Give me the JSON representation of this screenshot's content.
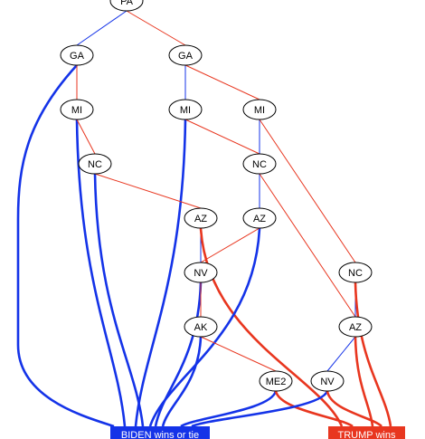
{
  "colors": {
    "biden": "#1433e8",
    "trump": "#e8361f",
    "node_stroke": "#000000"
  },
  "nodes": [
    {
      "id": "pa",
      "label": "PA"
    },
    {
      "id": "ga1",
      "label": "GA"
    },
    {
      "id": "ga2",
      "label": "GA"
    },
    {
      "id": "mi1",
      "label": "MI"
    },
    {
      "id": "mi2",
      "label": "MI"
    },
    {
      "id": "mi3",
      "label": "MI"
    },
    {
      "id": "nc1",
      "label": "NC"
    },
    {
      "id": "nc2",
      "label": "NC"
    },
    {
      "id": "az1",
      "label": "AZ"
    },
    {
      "id": "az2",
      "label": "AZ"
    },
    {
      "id": "nv1",
      "label": "NV"
    },
    {
      "id": "nc3",
      "label": "NC"
    },
    {
      "id": "ak",
      "label": "AK"
    },
    {
      "id": "az3",
      "label": "AZ"
    },
    {
      "id": "me2",
      "label": "ME2"
    },
    {
      "id": "nv2",
      "label": "NV"
    }
  ],
  "outcomes": [
    {
      "id": "biden",
      "label": "BIDEN wins or tie"
    },
    {
      "id": "trump",
      "label": "TRUMP wins"
    }
  ],
  "edges": [
    {
      "from": "pa",
      "to": "ga1",
      "winner": "biden"
    },
    {
      "from": "pa",
      "to": "ga2",
      "winner": "trump"
    },
    {
      "from": "ga1",
      "to": "biden",
      "winner": "biden",
      "thick": true
    },
    {
      "from": "ga1",
      "to": "mi1",
      "winner": "trump"
    },
    {
      "from": "ga2",
      "to": "mi2",
      "winner": "biden"
    },
    {
      "from": "ga2",
      "to": "mi3",
      "winner": "trump"
    },
    {
      "from": "mi1",
      "to": "biden",
      "winner": "biden",
      "thick": true
    },
    {
      "from": "mi1",
      "to": "nc1",
      "winner": "trump"
    },
    {
      "from": "mi2",
      "to": "biden",
      "winner": "biden",
      "thick": true
    },
    {
      "from": "mi2",
      "to": "nc2",
      "winner": "trump"
    },
    {
      "from": "mi3",
      "to": "nc2",
      "winner": "biden"
    },
    {
      "from": "mi3",
      "to": "nc3",
      "winner": "trump"
    },
    {
      "from": "nc1",
      "to": "biden",
      "winner": "biden",
      "thick": true
    },
    {
      "from": "nc1",
      "to": "az1",
      "winner": "trump"
    },
    {
      "from": "nc2",
      "to": "az2",
      "winner": "biden"
    },
    {
      "from": "nc2",
      "to": "az3",
      "winner": "trump"
    },
    {
      "from": "az1",
      "to": "nv1",
      "winner": "biden"
    },
    {
      "from": "az1",
      "to": "trump",
      "winner": "trump",
      "thick": true
    },
    {
      "from": "az2",
      "to": "biden",
      "winner": "biden",
      "thick": true
    },
    {
      "from": "az2",
      "to": "nv1",
      "winner": "trump"
    },
    {
      "from": "nv1",
      "to": "biden",
      "winner": "biden",
      "thick": true
    },
    {
      "from": "nv1",
      "to": "ak",
      "winner": "trump"
    },
    {
      "from": "nc3",
      "to": "az3",
      "winner": "biden"
    },
    {
      "from": "nc3",
      "to": "trump",
      "winner": "trump",
      "thick": true
    },
    {
      "from": "ak",
      "to": "biden",
      "winner": "biden",
      "thick": true
    },
    {
      "from": "ak",
      "to": "me2",
      "winner": "trump"
    },
    {
      "from": "az3",
      "to": "nv2",
      "winner": "biden"
    },
    {
      "from": "az3",
      "to": "trump",
      "winner": "trump",
      "thick": true
    },
    {
      "from": "me2",
      "to": "biden",
      "winner": "biden",
      "thick": true
    },
    {
      "from": "me2",
      "to": "trump",
      "winner": "trump",
      "thick": true
    },
    {
      "from": "nv2",
      "to": "biden",
      "winner": "biden",
      "thick": true
    },
    {
      "from": "nv2",
      "to": "trump",
      "winner": "trump",
      "thick": true
    }
  ]
}
